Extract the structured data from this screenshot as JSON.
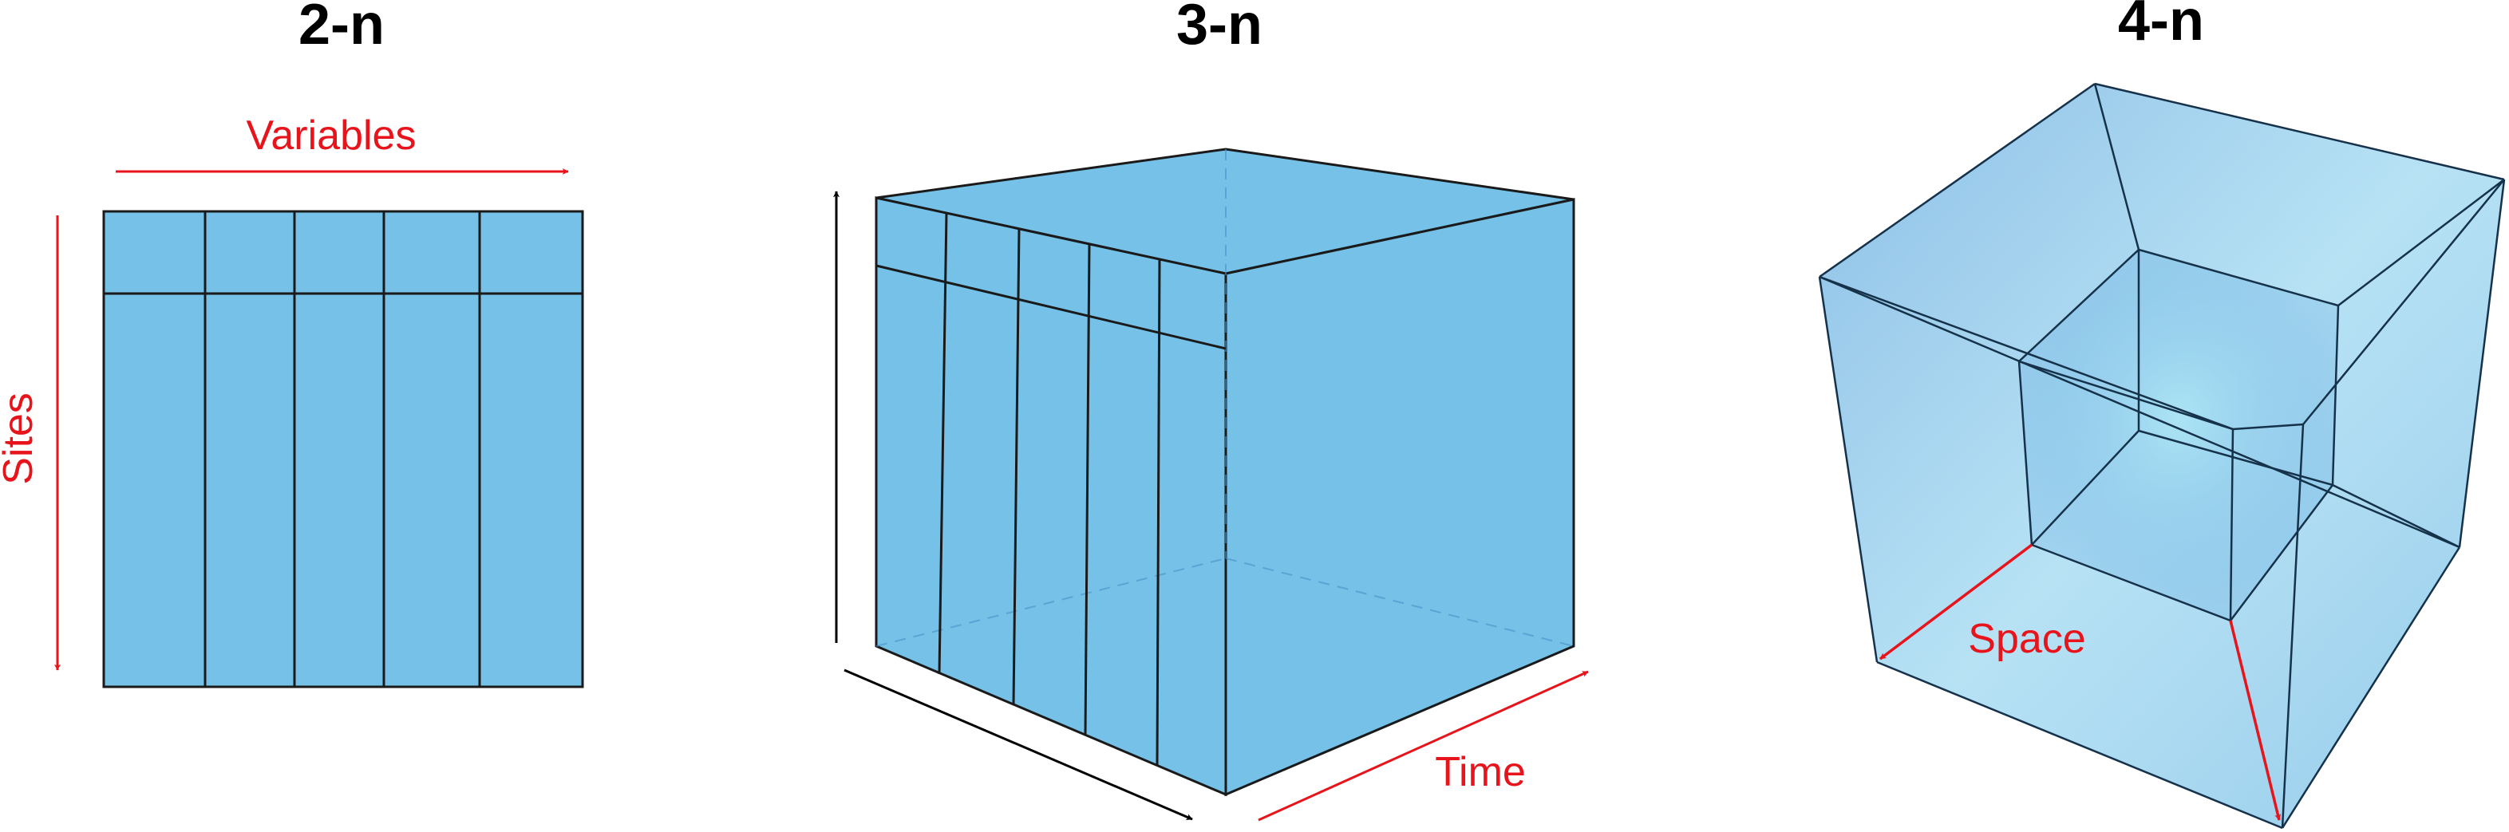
{
  "panels": {
    "two_n": {
      "title": "2-n",
      "x_axis_label": "Variables",
      "y_axis_label": "Sites"
    },
    "three_n": {
      "title": "3-n",
      "time_label": "Time"
    },
    "four_n": {
      "title": "4-n",
      "space_label": "Space"
    }
  },
  "colors": {
    "fill": "#75c1e8",
    "edge": "#1a1a1a",
    "axis_red": "#e8141b",
    "axis_black": "#000000",
    "tesseract_light": "#8fd6ee",
    "tesseract_dark": "#4b9ad8"
  }
}
